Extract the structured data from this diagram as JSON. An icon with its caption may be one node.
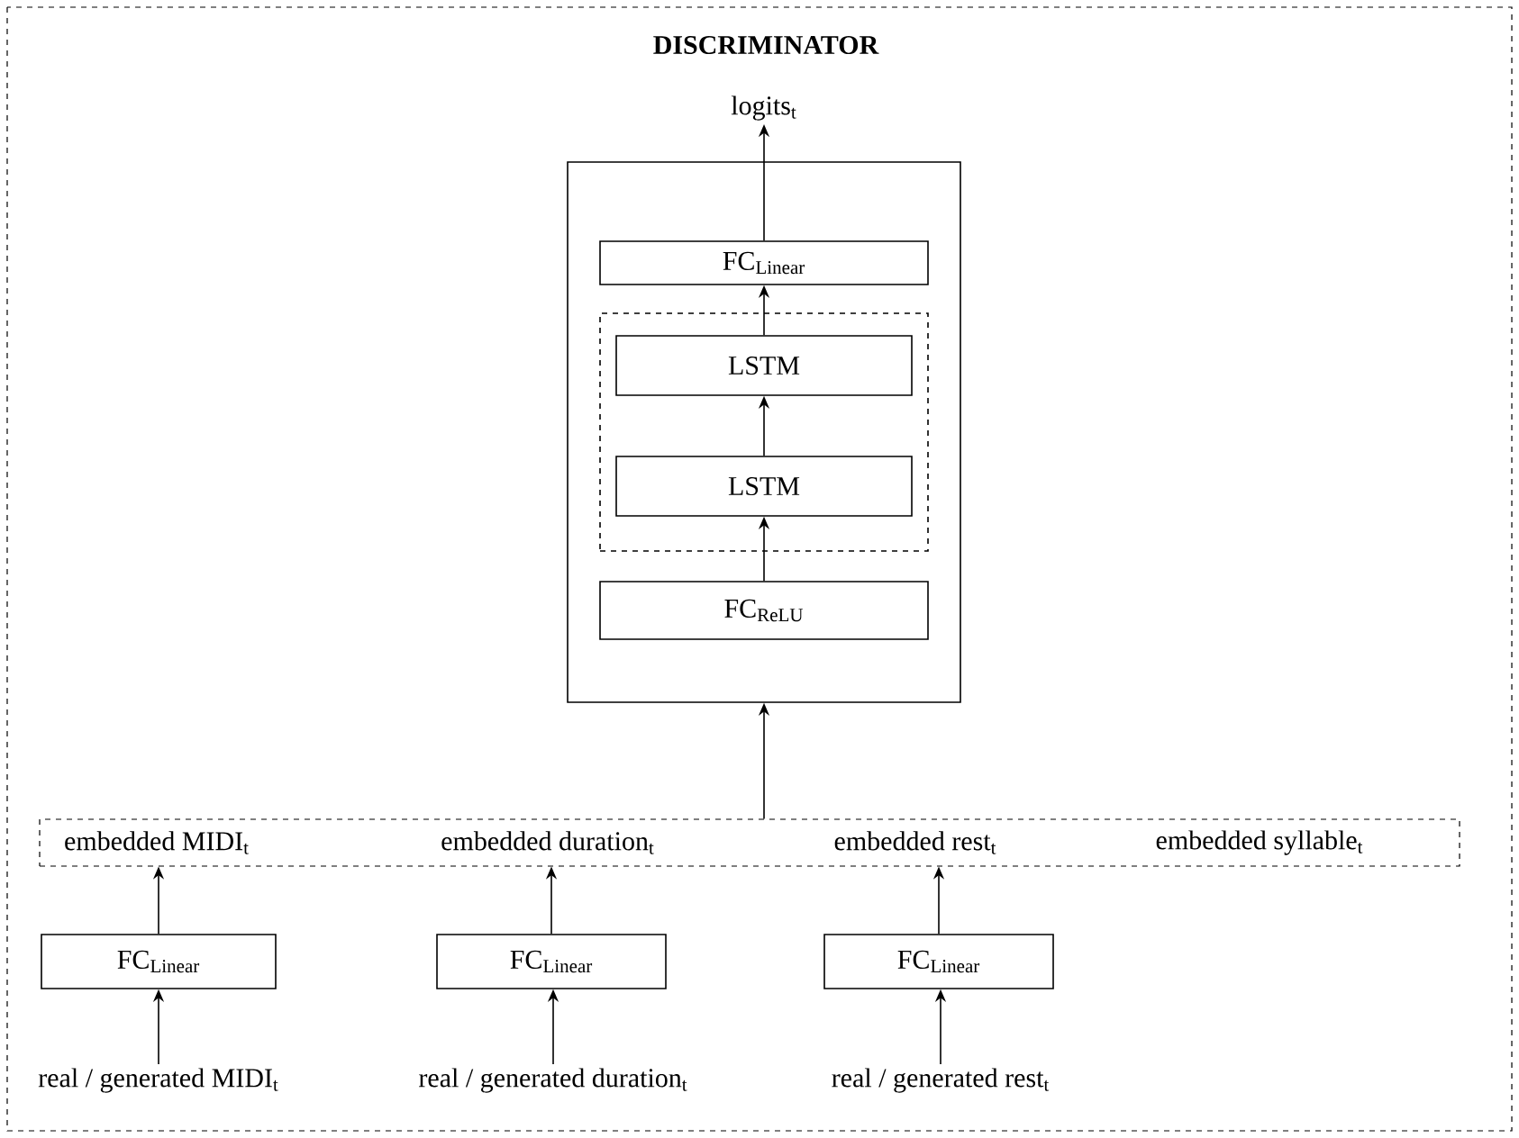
{
  "diagram": {
    "title": "DISCRIMINATOR",
    "nodes": [
      {
        "text": [
          "logits$_{t}$"
        ]
      },
      {
        "text": [],
        "shape": "box"
      },
      {
        "text": [
          "FC$_{Linear}$"
        ],
        "in": 1
      },
      {
        "text": [],
        "shape": "box",
        "in": 1
      },
      {
        "text": [
          "LSTM"
        ],
        "in": 3
      },
      {
        "text": [
          "LSTM"
        ],
        "in": 3
      },
      {
        "text": [
          "FC$_{ReLU}$"
        ],
        "in": 1
      },
      {
        "text": [
          "embedded MIDI$_{t}$",
          "embedded duration$_{t}$",
          "embedded rest$_{t}$",
          "embedded syllable$_{t}$"
        ]
      },
      {
        "text": [
          "FC$_{Linear}$"
        ]
      },
      {
        "text": [
          "FC$_{Linear}$"
        ]
      },
      {
        "text": [
          "FC$_{Linear}$"
        ]
      },
      {
        "text": [
          "real / generated MIDI$_{t}$"
        ]
      },
      {
        "text": [
          "real / generated duration$_{t}$"
        ]
      },
      {
        "text": [
          "real / generated rest$_{t}$"
        ]
      }
    ],
    "edges": [
      {
        "from": 2,
        "to": 0,
        "arrow": "to"
      },
      {
        "from": 4,
        "to": 2,
        "arrow": "to"
      },
      {
        "from": 5,
        "to": 4,
        "arrow": "to"
      },
      {
        "from": 6,
        "to": 5,
        "arrow": "to"
      },
      {
        "from": 7,
        "to": 1,
        "arrow": "to"
      },
      {
        "from": 8,
        "to": 7,
        "arrow": "to"
      },
      {
        "from": 9,
        "to": 7,
        "arrow": "to"
      },
      {
        "from": 10,
        "to": 7,
        "arrow": "to"
      },
      {
        "from": 11,
        "to": 8,
        "arrow": "to"
      },
      {
        "from": 12,
        "to": 9,
        "arrow": "to"
      },
      {
        "from": 13,
        "to": 10,
        "arrow": "to"
      }
    ]
  }
}
